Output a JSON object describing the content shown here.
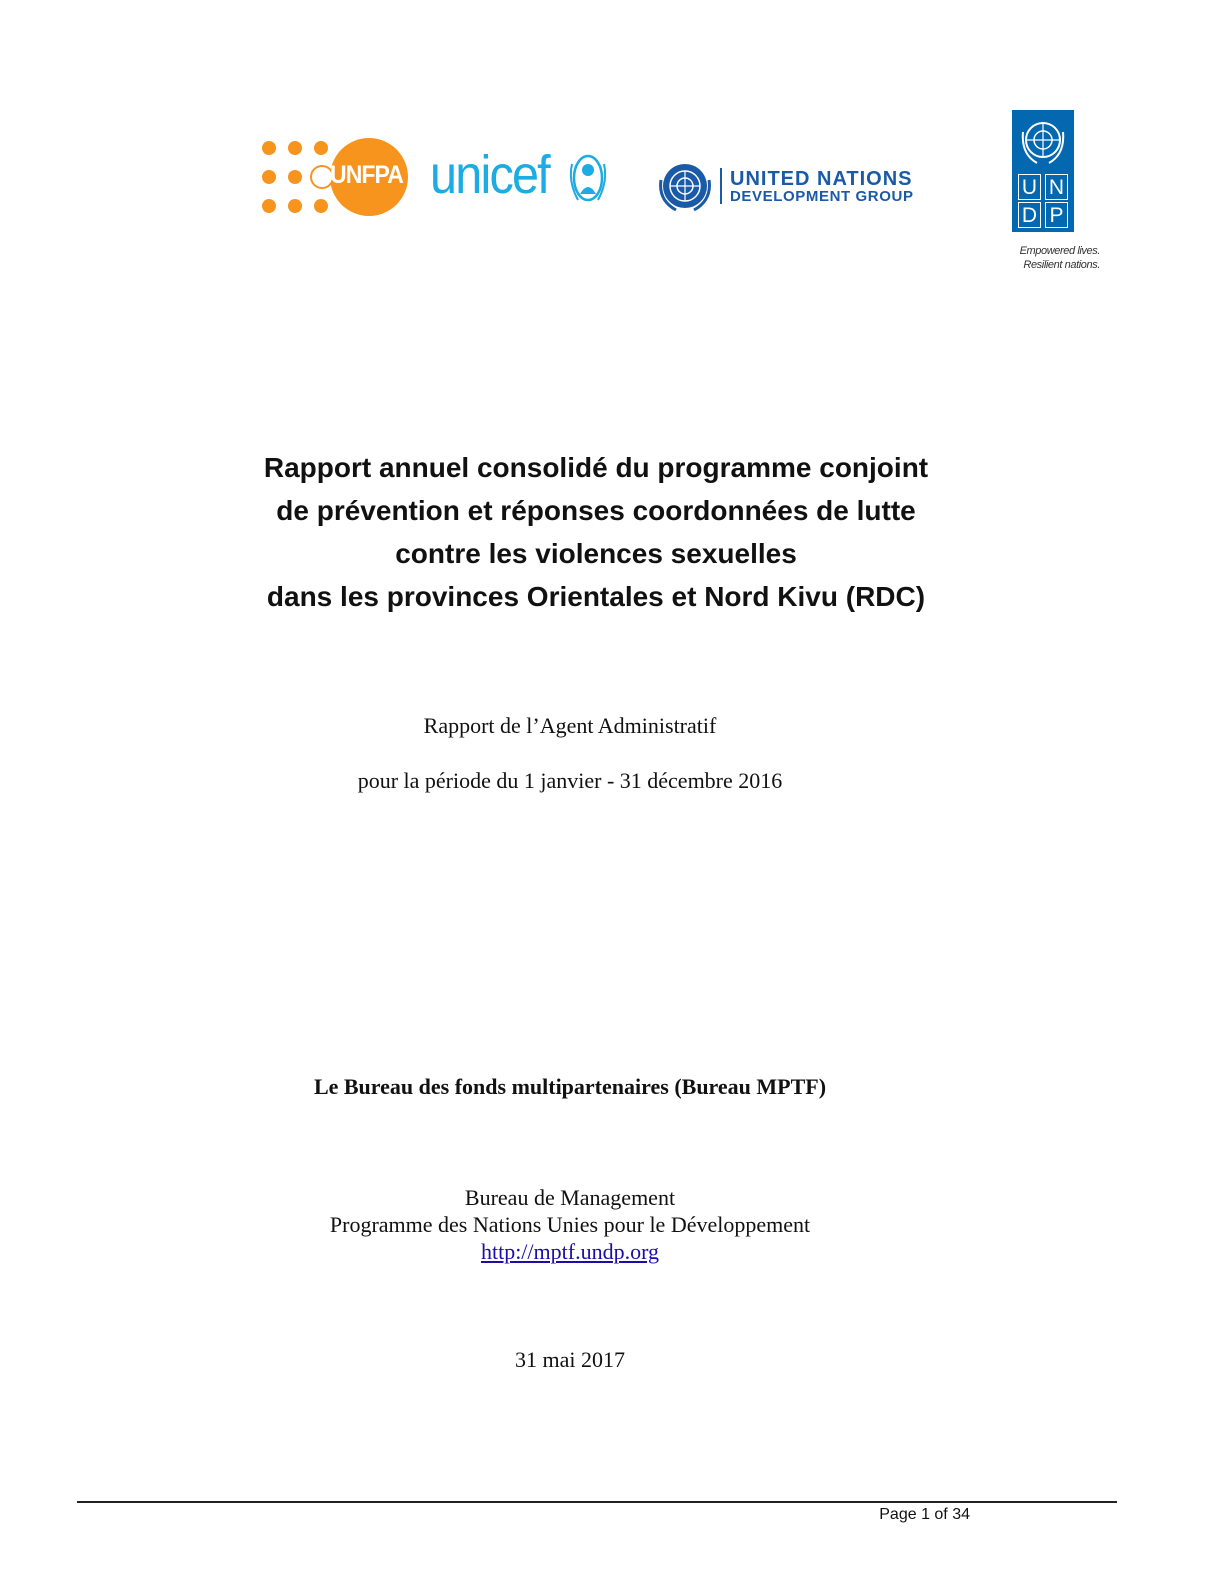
{
  "logos": {
    "unfpa": {
      "text": "UNFPA",
      "color": "#f7941d"
    },
    "unicef": {
      "text": "unicef",
      "color": "#1cabe2"
    },
    "undg": {
      "line1": "UNITED NATIONS",
      "line2": "DEVELOPMENT GROUP",
      "color": "#1a5aa6"
    },
    "undp": {
      "letters": [
        "U",
        "N",
        "D",
        "P"
      ],
      "tagline1": "Empowered lives.",
      "tagline2": "Resilient nations.",
      "color": "#0468b1"
    },
    "emblem_icon": "un-emblem-icon"
  },
  "title": {
    "lines": [
      "Rapport annuel consolidé du programme conjoint",
      "de prévention et réponses coordonnées de lutte",
      "contre les violences sexuelles",
      "dans les provinces Orientales et Nord Kivu (RDC)"
    ]
  },
  "subtitle": "Rapport de l’Agent Administratif",
  "period": "pour la période du 1 janvier - 31 décembre 2016",
  "bureau": "Le Bureau des fonds multipartenaires (Bureau MPTF)",
  "management": {
    "line1": "Bureau de Management",
    "line2": "Programme des Nations Unies pour le Développement",
    "link": "http://mptf.undp.org"
  },
  "date": "31 mai 2017",
  "footer": {
    "page_label": "Page 1 of 34"
  }
}
